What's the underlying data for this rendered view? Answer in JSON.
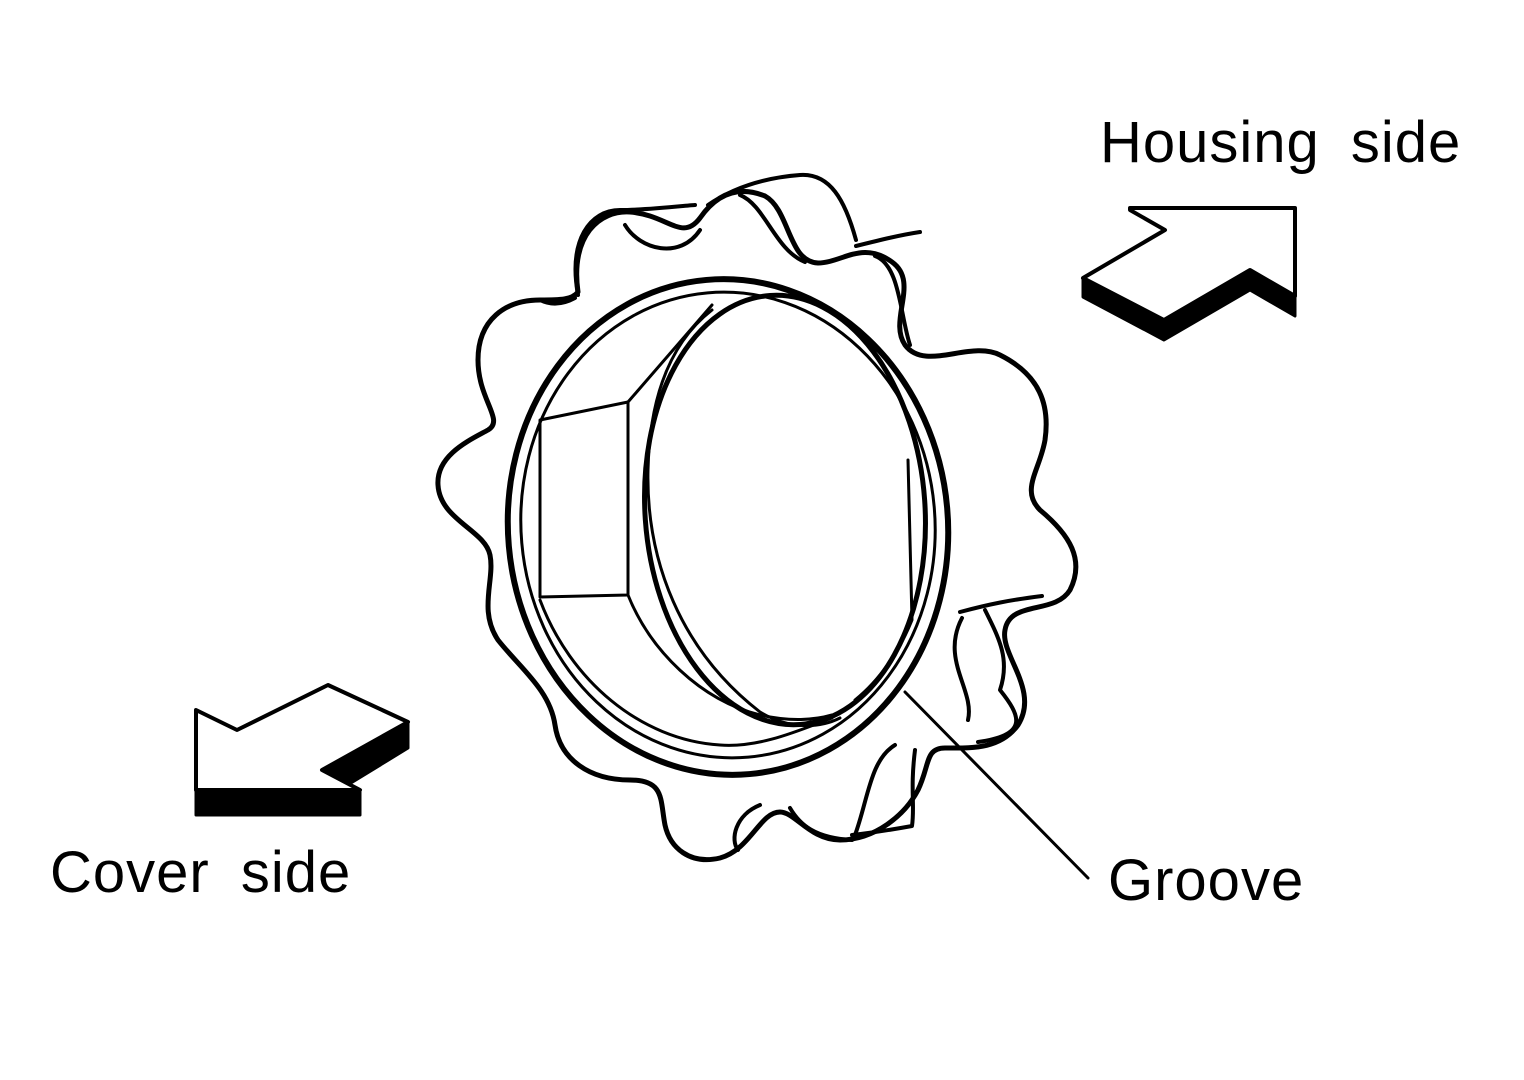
{
  "labels": {
    "housing_side": "Housing side",
    "cover_side": "Cover side",
    "groove": "Groove"
  },
  "colors": {
    "line": "#000000",
    "background": "#ffffff"
  }
}
